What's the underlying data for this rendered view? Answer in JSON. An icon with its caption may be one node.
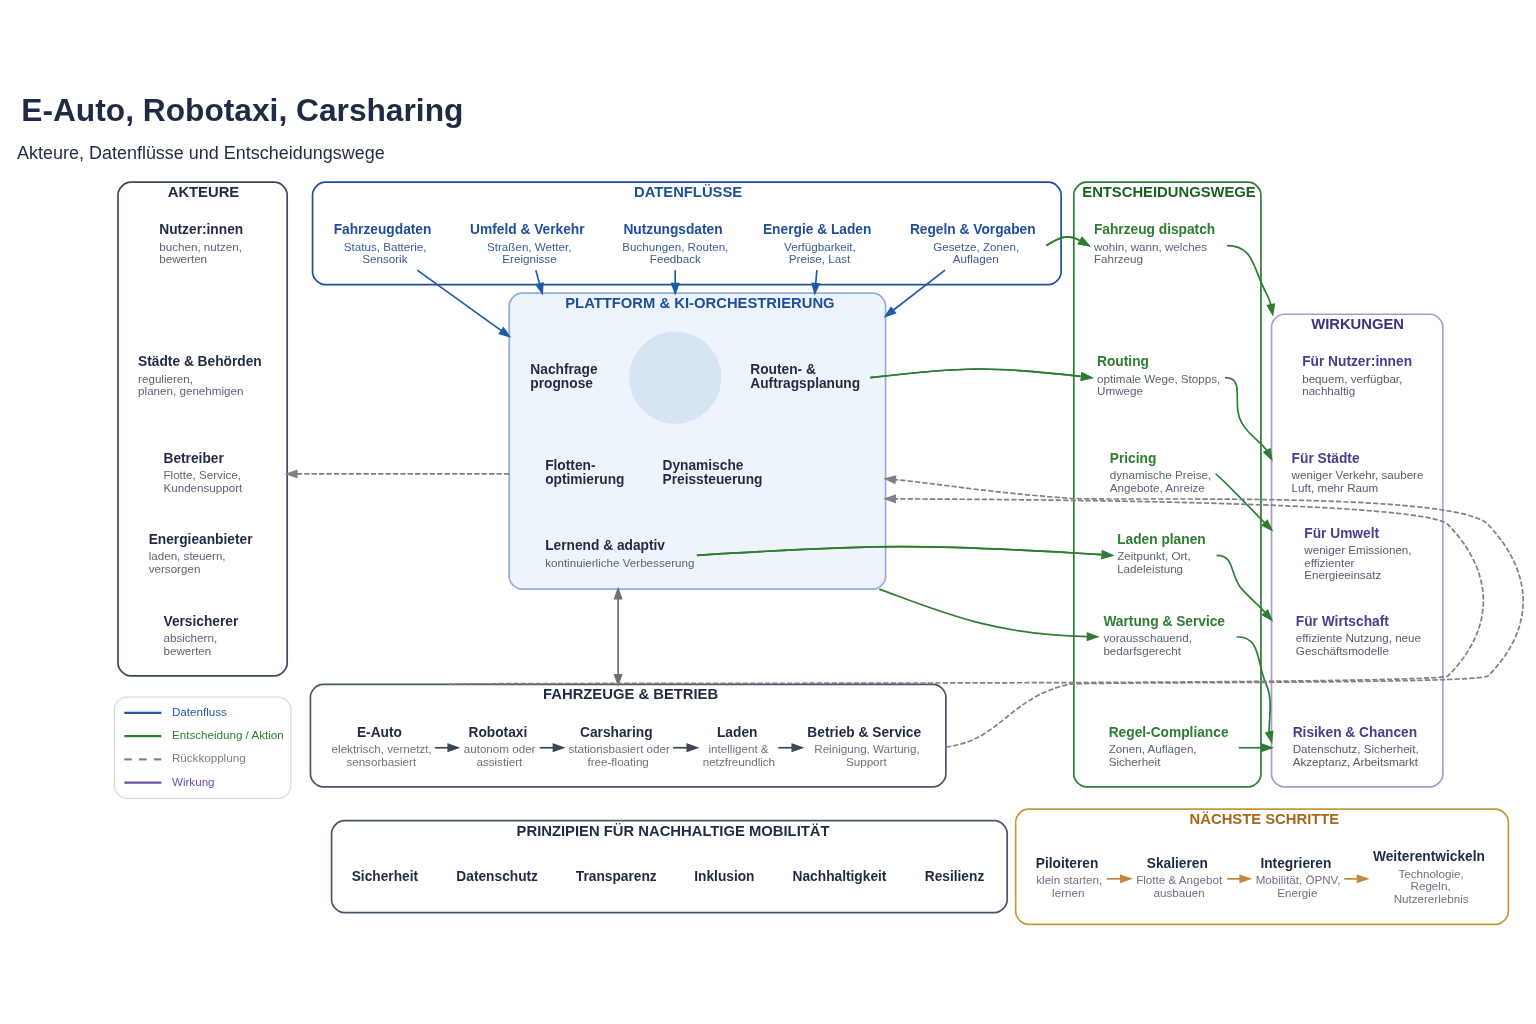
{
  "diagram": {
    "title": "E-Auto, Robotaxi, Carsharing",
    "nodes": [
      {
        "text": [
          "AKTEURE"
        ]
      },
      {
        "text": [
          "Nutzer:innen",
          "buchen, nutzen, bewerten"
        ],
        "in": 0
      },
      {
        "text": [
          "Städte & Behörden",
          "regulieren, planen, genehmigen"
        ],
        "in": 0
      },
      {
        "text": [
          "Betreiber",
          "Flotte, Service, Kundensupport"
        ],
        "in": 0
      },
      {
        "text": [
          "Energieanbieter",
          "laden, steuern, versorgen"
        ],
        "in": 0
      },
      {
        "text": [
          "Versicherer",
          "absichern, bewerten"
        ],
        "in": 0
      },
      {
        "text": [
          "DATENFLÜSSE"
        ]
      },
      {
        "text": [
          "Fahrzeugdaten",
          "Status, Batterie, Sensorik"
        ],
        "in": 6
      },
      {
        "text": [
          "Umfeld & Verkehr",
          "Straßen, Wetter, Ereignisse"
        ],
        "in": 6
      },
      {
        "text": [
          "Nutzungsdaten",
          "Buchungen, Routen, Feedback"
        ],
        "in": 6
      },
      {
        "text": [
          "Energie & Laden",
          "Verfügbarkeit, Preise, Last"
        ],
        "in": 6
      },
      {
        "text": [
          "Regeln & Vorgaben",
          "Gesetze, Zonen, Auflagen"
        ],
        "in": 6
      },
      {
        "text": [
          "PLATTFORM & KI-ORCHESTRIERUNG"
        ]
      },
      {
        "text": [
          "Nachfrage prognose"
        ],
        "in": 12
      },
      {
        "text": [],
        "shape": "circle",
        "in": 12
      },
      {
        "text": [
          "Routen- & Auftragsplanung"
        ],
        "in": 12
      },
      {
        "text": [
          "Flotten- optimierung"
        ],
        "in": 12
      },
      {
        "text": [
          "Dynamische Preissteuerung"
        ],
        "in": 12
      },
      {
        "text": [
          "Lernend & adaptiv",
          "kontinuierliche Verbesserung"
        ],
        "in": 12
      },
      {
        "text": [
          "ENTSCHEIDUNGSWEGE"
        ]
      },
      {
        "text": [
          "Fahrzeug dispatch",
          "wohin, wann, welches Fahrzeug"
        ],
        "in": 19
      },
      {
        "text": [
          "Routing",
          "optimale Wege, Stopps, Umwege"
        ],
        "in": 19
      },
      {
        "text": [
          "Pricing",
          "dynamische Preise, Angebote, Anreize"
        ],
        "in": 19
      },
      {
        "text": [
          "Laden planen",
          "Zeitpunkt, Ort, Ladeleistung"
        ],
        "in": 19
      },
      {
        "text": [
          "Wartung & Service",
          "vorausschauend, bedarfsgerecht"
        ],
        "in": 19
      },
      {
        "text": [
          "Regel-Compliance",
          "Zonen, Auflagen, Sicherheit"
        ],
        "in": 19
      },
      {
        "text": [
          "WIRKUNGEN"
        ]
      },
      {
        "text": [
          "Für Nutzer:innen",
          "bequem, verfügbar, nachhaltig"
        ],
        "in": 26
      },
      {
        "text": [
          "Für Städte",
          "weniger Verkehr, saubere Luft, mehr Raum"
        ],
        "in": 26
      },
      {
        "text": [
          "Für Umwelt",
          "weniger Emissionen, effizienter Energieeinsatz"
        ],
        "in": 26
      },
      {
        "text": [
          "Für Wirtschaft",
          "effiziente Nutzung, neue Geschäftsmodelle"
        ],
        "in": 26
      },
      {
        "text": [
          "Risiken & Chancen",
          "Datenschutz, Sicherheit, Akzeptanz, Arbeitsmarkt"
        ],
        "in": 26
      },
      {
        "text": [
          "FAHRZEUGE & BETRIEB"
        ]
      },
      {
        "text": [
          "E-Auto",
          "elektrisch, vernetzt, sensorbasiert"
        ],
        "in": 32
      },
      {
        "text": [
          "Robotaxi",
          "autonom oder assistiert"
        ],
        "in": 32
      },
      {
        "text": [
          "Carsharing",
          "stationsbasiert oder free-floating"
        ],
        "in": 32
      },
      {
        "text": [
          "Laden",
          "intelligent & netzfreundlich"
        ],
        "in": 32
      },
      {
        "text": [
          "Betrieb & Service",
          "Reinigung, Wartung, Support"
        ],
        "in": 32
      },
      {
        "text": [
          "NÄCHSTE SCHRITTE"
        ]
      },
      {
        "text": [
          "Piloiteren",
          "klein starten, lernen"
        ],
        "in": 38
      },
      {
        "text": [
          "Skalieren",
          "Flotte & Angebot ausbauen"
        ],
        "in": 38
      },
      {
        "text": [
          "Integrieren",
          "Mobilität, ÖPNV, Energie"
        ],
        "in": 38
      },
      {
        "text": [
          "Weiterentwickeln",
          "Technologie, Regeln, Nutzererlebnis"
        ],
        "in": 38
      },
      {
        "text": [
          "PRINZIPIEN FÜR NACHHALTIGE MOBILITÄT"
        ]
      },
      {
        "text": [
          "Sicherheit"
        ],
        "in": 43
      },
      {
        "text": [
          "Datenschutz"
        ],
        "in": 43
      },
      {
        "text": [
          "Transparenz"
        ],
        "in": 43
      },
      {
        "text": [
          "Inklusion"
        ],
        "in": 43
      },
      {
        "text": [
          "Nachhaltigkeit"
        ],
        "in": 43
      },
      {
        "text": [
          "Resilienz"
        ],
        "in": 43
      }
    ],
    "edges": [
      {
        "from": 7,
        "to": 12,
        "arrow": "to",
        "color": "#1f5aa6"
      },
      {
        "from": 8,
        "to": 12,
        "arrow": "to",
        "color": "#1f5aa6"
      },
      {
        "from": 9,
        "to": 12,
        "arrow": "to",
        "color": "#1f5aa6"
      },
      {
        "from": 10,
        "to": 12,
        "arrow": "to",
        "color": "#1f5aa6"
      },
      {
        "from": 11,
        "to": 12,
        "arrow": "to",
        "color": "#1f5aa6"
      },
      {
        "from": 12,
        "to": 0,
        "arrow": "to",
        "style": "dashed",
        "color": "#808080"
      },
      {
        "from": 6,
        "to": 20,
        "arrow": "to"
      },
      {
        "from": 12,
        "to": 21,
        "arrow": "to"
      },
      {
        "from": 12,
        "to": 23,
        "arrow": "to"
      },
      {
        "from": 12,
        "to": 24,
        "arrow": "to"
      },
      {
        "from": 20,
        "to": 26,
        "arrow": "to"
      },
      {
        "from": 21,
        "to": 26,
        "arrow": "to"
      },
      {
        "from": 22,
        "to": 26,
        "arrow": "to"
      },
      {
        "from": 23,
        "to": 26,
        "arrow": "to"
      },
      {
        "from": 24,
        "to": 26,
        "arrow": "to"
      },
      {
        "from": 25,
        "to": 26,
        "arrow": "to"
      },
      {
        "from": 12,
        "to": 32,
        "arrow": "both",
        "color": "#707070"
      },
      {
        "from": 32,
        "to": 12,
        "arrow": "to",
        "style": "dashed",
        "color": "#808080"
      },
      {
        "from": 32,
        "to": 12,
        "arrow": "to",
        "style": "dashed",
        "color": "#808080"
      },
      {
        "from": 33,
        "to": 34,
        "arrow": "to",
        "color": "#3b4656"
      },
      {
        "from": 34,
        "to": 35,
        "arrow": "to",
        "color": "#3b4656"
      },
      {
        "from": 35,
        "to": 36,
        "arrow": "to",
        "color": "#3b4656"
      },
      {
        "from": 36,
        "to": 37,
        "arrow": "to",
        "color": "#3b4656"
      },
      {
        "from": 39,
        "to": 40,
        "arrow": "to",
        "color": "#c08a3e"
      },
      {
        "from": 40,
        "to": 41,
        "arrow": "to",
        "color": "#c08a3e"
      },
      {
        "from": 41,
        "to": 42,
        "arrow": "to",
        "color": "#c08a3e"
      }
    ],
    "labels": [
      "Akteure, Datenflüsse und Entscheidungswege"
    ],
    "legend": [
      {
        "text": "Datenfluss"
      },
      {
        "text": "Entscheidung / Aktion"
      },
      {
        "text": "Rückkopplung"
      },
      {
        "text": "Wirkung"
      }
    ]
  }
}
